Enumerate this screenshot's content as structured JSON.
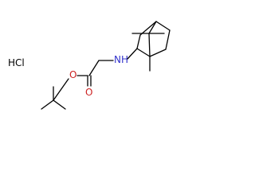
{
  "molecule": {
    "salt_label": "HCl",
    "amine_label": "NH",
    "ester_oxygen_label": "O",
    "carbonyl_oxygen_label": "O",
    "colors": {
      "bond": "#000000",
      "carbon_text": "#000000",
      "nitrogen": "#3333cc",
      "oxygen": "#cc2222"
    }
  }
}
